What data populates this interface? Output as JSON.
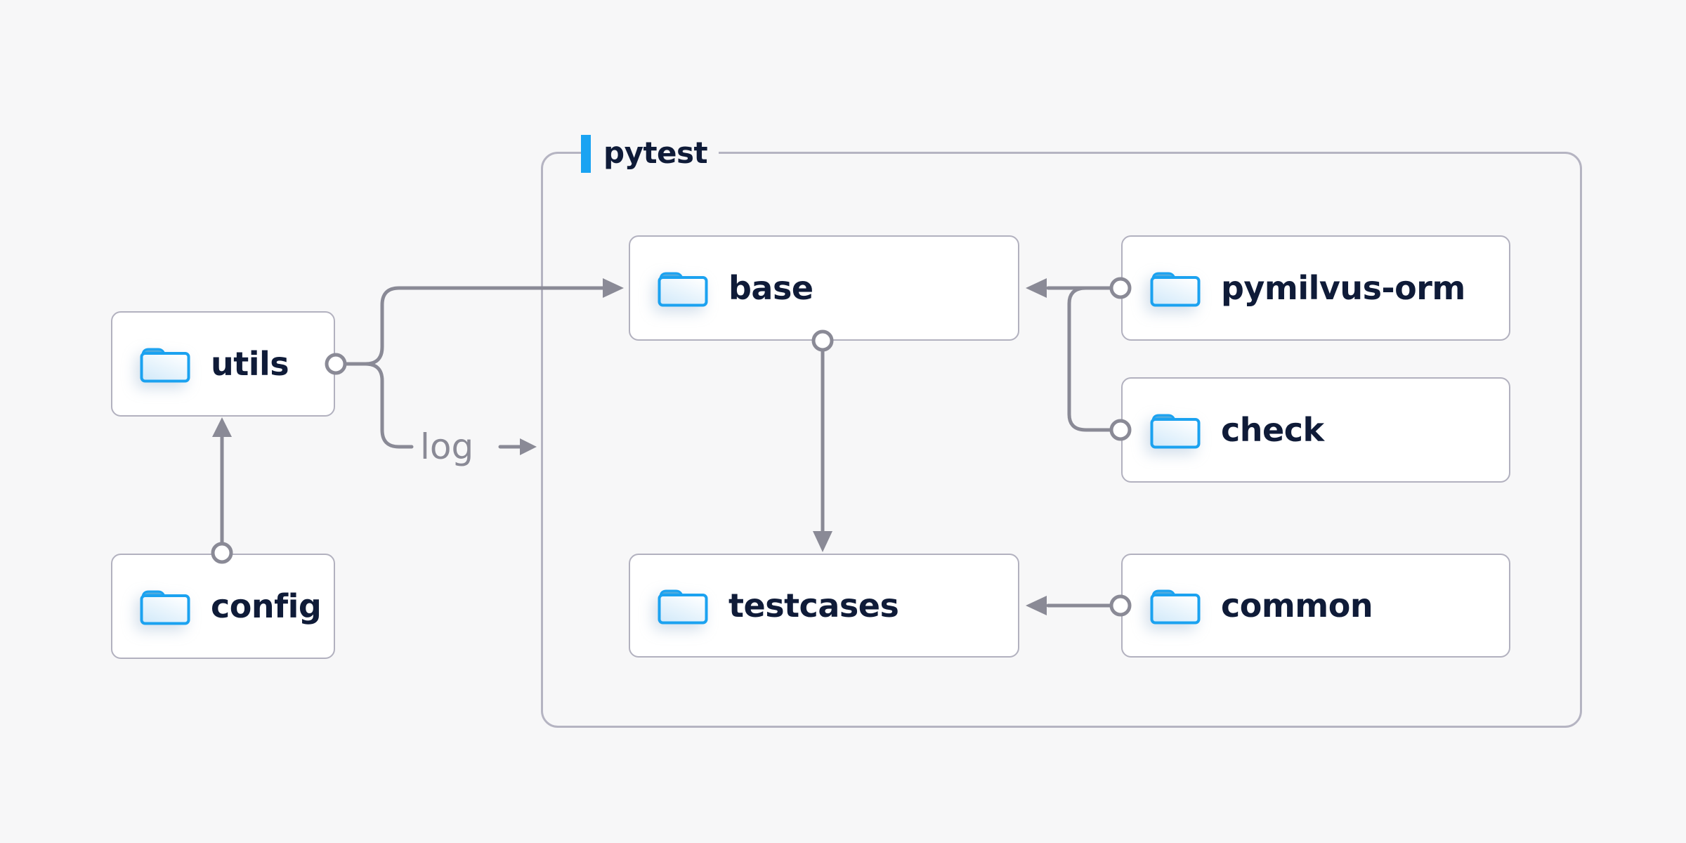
{
  "page": {
    "background_color": "#f7f7f8"
  },
  "diagram": {
    "group": {
      "label": "pytest",
      "accent_color": "#1aa3f2"
    },
    "nodes": [
      {
        "id": "utils",
        "label": "utils",
        "icon": "folder-icon"
      },
      {
        "id": "config",
        "label": "config",
        "icon": "folder-icon"
      },
      {
        "id": "base",
        "label": "base",
        "icon": "folder-icon"
      },
      {
        "id": "pymilvus-orm",
        "label": "pymilvus-orm",
        "icon": "folder-icon"
      },
      {
        "id": "check",
        "label": "check",
        "icon": "folder-icon"
      },
      {
        "id": "testcases",
        "label": "testcases",
        "icon": "folder-icon"
      },
      {
        "id": "common",
        "label": "common",
        "icon": "folder-icon"
      }
    ],
    "edges": [
      {
        "from": "config",
        "to": "utils"
      },
      {
        "from": "utils",
        "to": "base"
      },
      {
        "from": "utils",
        "to": "pytest",
        "label": "log"
      },
      {
        "from": "pymilvus-orm",
        "to": "base"
      },
      {
        "from": "check",
        "to": "base"
      },
      {
        "from": "base",
        "to": "testcases"
      },
      {
        "from": "common",
        "to": "testcases"
      }
    ],
    "colors": {
      "connector": "#8a8a96",
      "node_border": "#b2b1bf",
      "node_background": "#ffffff",
      "group_border": "#b5b4c2",
      "label_text": "#0f1b38",
      "folder_blue": "#1ba2f0"
    }
  }
}
